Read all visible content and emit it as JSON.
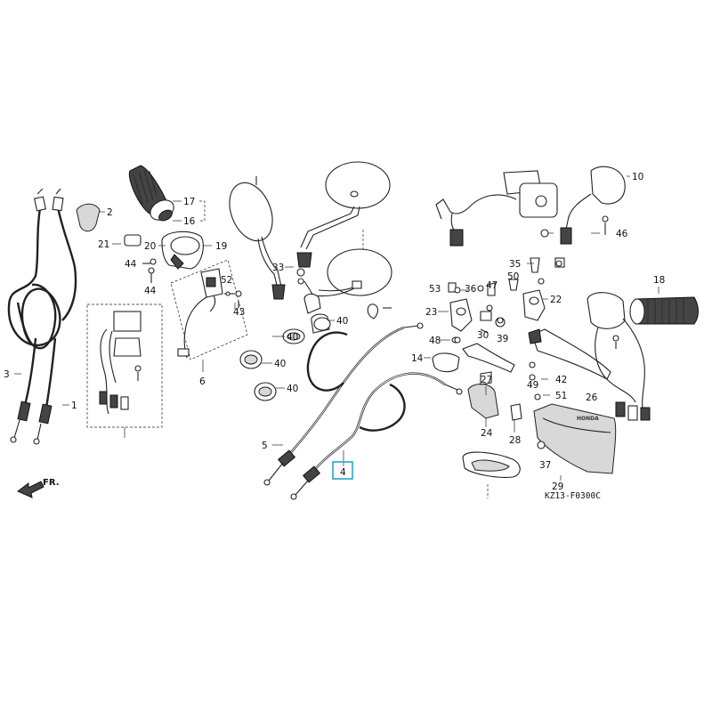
{
  "labels": {
    "p1": "1",
    "p2": "2",
    "p3": "3",
    "p4": "4",
    "p5": "5",
    "p6": "6",
    "p10": "10",
    "p14": "14",
    "p16": "16",
    "p17": "17",
    "p18": "18",
    "p19": "19",
    "p20": "20",
    "p21": "21",
    "p22": "22",
    "p23": "23",
    "p24": "24",
    "p26": "26",
    "p27": "27",
    "p28": "28",
    "p29": "29",
    "p30": "30",
    "p33": "33",
    "p35": "35",
    "p36": "36",
    "p37": "37",
    "p39": "39",
    "p40a": "40",
    "p40b": "40",
    "p40c": "40",
    "p40d": "40",
    "p42": "42",
    "p43": "43",
    "p44a": "44",
    "p44b": "44",
    "p46": "46",
    "p47": "47",
    "p48": "48",
    "p49": "49",
    "p50": "50",
    "p51": "51",
    "p52": "52",
    "p53": "53"
  },
  "direction_label": "FR.",
  "reference_code": "KZ13-F0300C",
  "guard_brand": "HONDA",
  "highlighted_part": "4",
  "colors": {
    "highlight": "#2aa3c9",
    "line": "#222222"
  }
}
